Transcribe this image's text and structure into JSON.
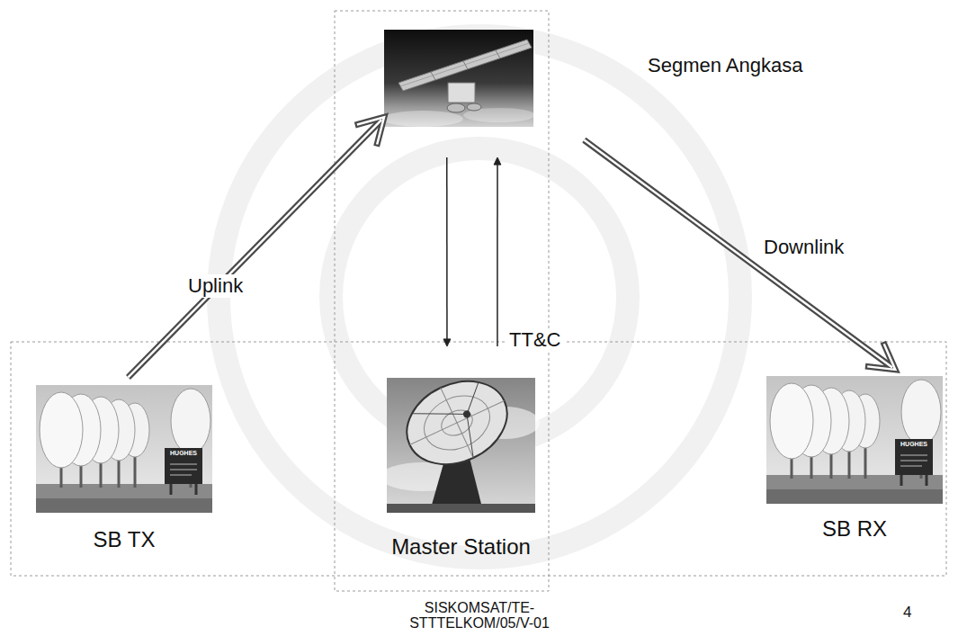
{
  "diagram": {
    "nodes": [
      {
        "text": [
          "Segmen Angkasa"
        ]
      },
      {
        "text": [
          "SB TX"
        ]
      },
      {
        "text": [
          "Master Station"
        ]
      },
      {
        "text": [
          "SB RX"
        ]
      }
    ],
    "edges": [
      {
        "from": 1,
        "to": 0,
        "arrow": "to",
        "label": "Uplink"
      },
      {
        "from": 0,
        "to": 3,
        "arrow": "to",
        "label": "Downlink"
      },
      {
        "from": 0,
        "to": 2,
        "arrow": "to"
      },
      {
        "from": 2,
        "to": 0,
        "arrow": "to",
        "label": "TT&C"
      }
    ],
    "labels": [
      "SISKOMSAT/TE- STTTELKOM/05/V-01",
      "4",
      "HUGHES",
      "HUGHES"
    ]
  }
}
